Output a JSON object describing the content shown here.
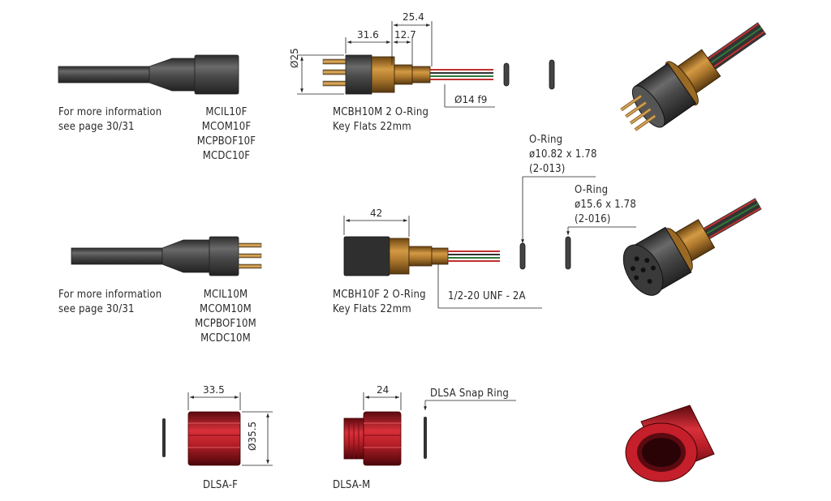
{
  "row1": {
    "cable_note": [
      "For more information",
      "see page 30/31"
    ],
    "cable_parts": [
      "MCIL10F",
      "MCOM10F",
      "MCPBOF10F",
      "MCDC10F"
    ],
    "bulkhead_label": [
      "MCBH10M 2 O-Ring",
      "Key Flats 22mm"
    ],
    "dims": {
      "d25": "Ø25",
      "l316": "31.6",
      "l127": "12.7",
      "l254": "25.4",
      "d14": "Ø14 f9"
    }
  },
  "oring1": {
    "title": "O-Ring",
    "size": "ø10.82 x 1.78",
    "code": "(2-013)"
  },
  "oring2": {
    "title": "O-Ring",
    "size": "ø15.6 x 1.78",
    "code": "(2-016)"
  },
  "row2": {
    "cable_note": [
      "For more information",
      "see page 30/31"
    ],
    "cable_parts": [
      "MCIL10M",
      "MCOM10M",
      "MCPBOF10M",
      "MCDC10M"
    ],
    "bulkhead_label": [
      "MCBH10F 2 O-Ring",
      "Key Flats 22mm"
    ],
    "dims": {
      "l42": "42",
      "thread": "1/2-20 UNF - 2A"
    }
  },
  "row3": {
    "dlsa_f": {
      "label": "DLSA-F",
      "len": "33.5",
      "dia": "Ø35.5"
    },
    "dlsa_m": {
      "label": "DLSA-M",
      "len": "24"
    },
    "snap_ring": "DLSA Snap Ring"
  },
  "colors": {
    "rubber": "#4a4a4a",
    "brass": "#b07a2e",
    "red": "#c41f2a",
    "wire_red": "#c23030",
    "wire_green": "#2f7a3a"
  }
}
